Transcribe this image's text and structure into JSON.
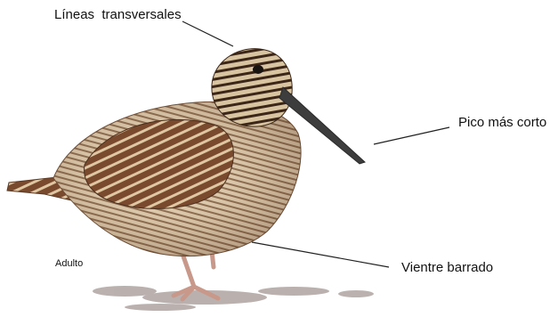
{
  "labels": {
    "lineas_transversales": "Líneas  transversales",
    "pico_mas_corto": "Pico más corto",
    "vientre_barrado": "Vientre barrado",
    "adulto": "Adulto"
  },
  "subject": {
    "bird": "woodcock-illustration"
  },
  "colors": {
    "leader_line": "#222222",
    "plumage_dark": "#4a2e1c",
    "plumage_mid": "#8a5a3a",
    "plumage_light": "#d8c2a2",
    "belly": "#e8d8c0",
    "bill": "#3d3d3d",
    "legs": "#c99a8a",
    "ground": "#9a8f8c"
  }
}
